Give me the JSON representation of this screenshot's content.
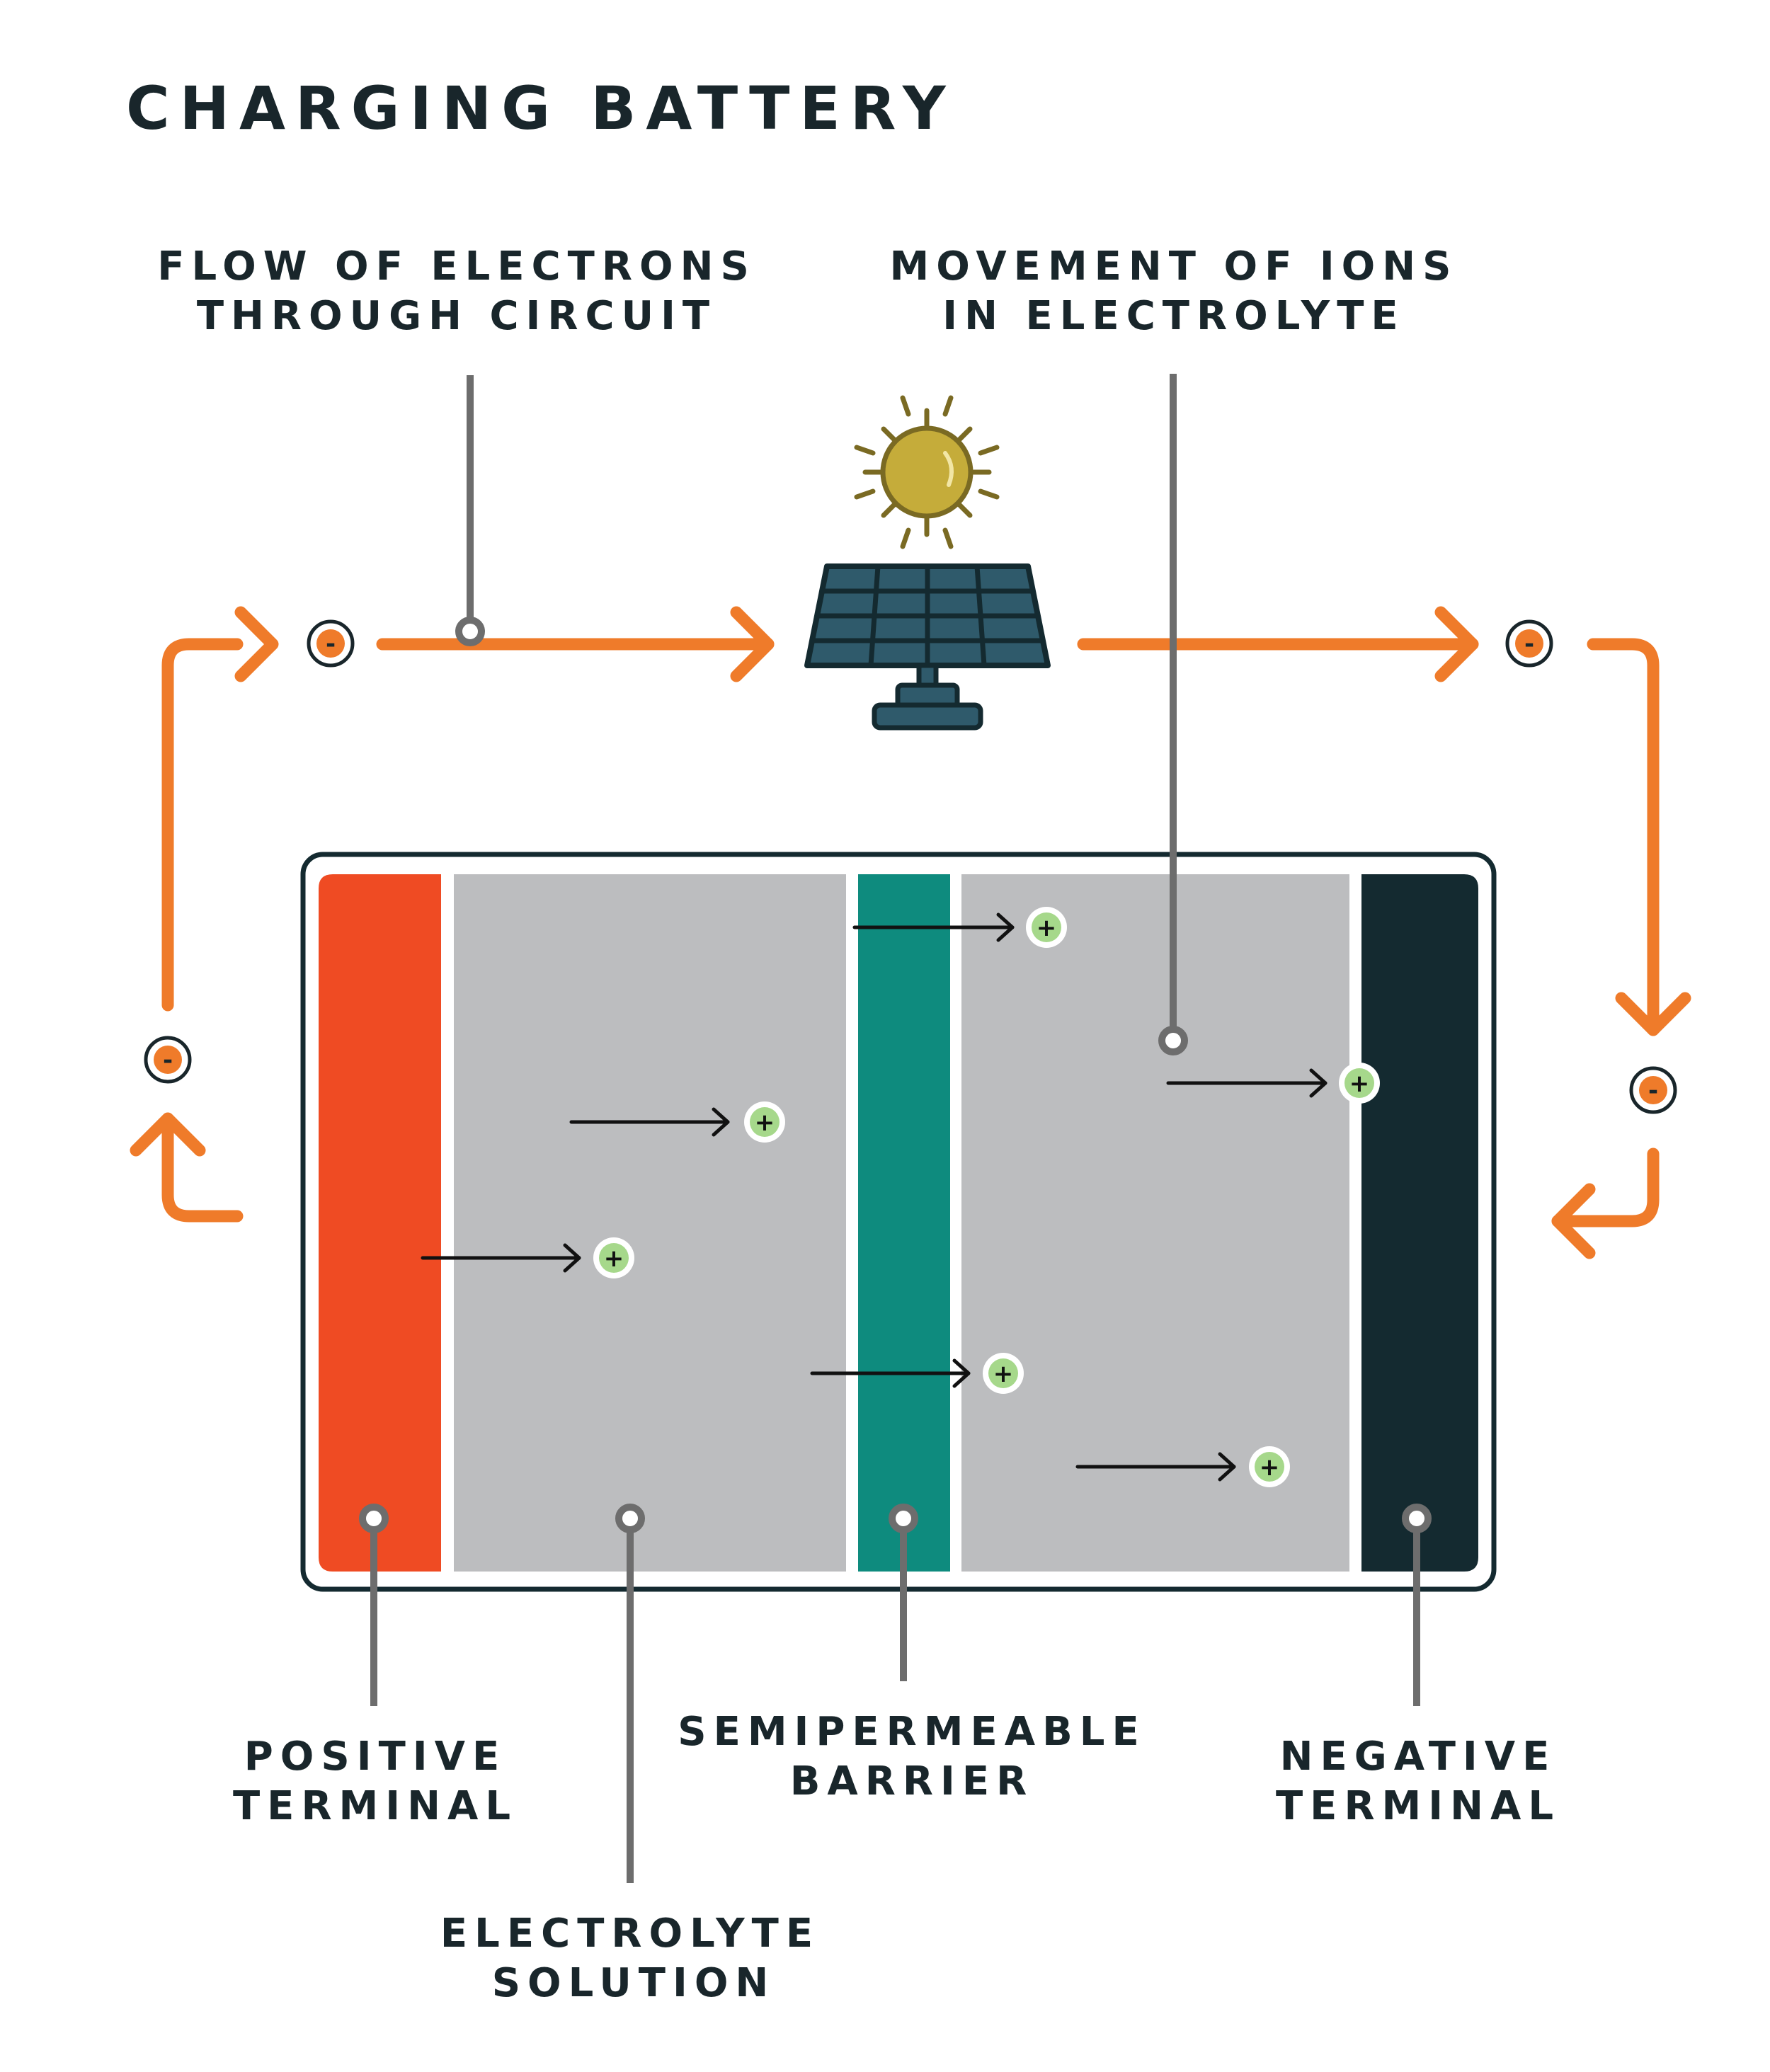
{
  "title": "CHARGING BATTERY",
  "labels": {
    "electron_flow": [
      "FLOW OF ELECTRONS",
      "THROUGH CIRCUIT"
    ],
    "ion_movement": [
      "MOVEMENT OF IONS",
      "IN ELECTROLYTE"
    ],
    "positive_terminal": [
      "POSITIVE",
      "TERMINAL"
    ],
    "electrolyte_solution": [
      "ELECTROLYTE",
      "SOLUTION"
    ],
    "semipermeable_barrier": [
      "SEMIPERMEABLE",
      "BARRIER"
    ],
    "negative_terminal": [
      "NEGATIVE",
      "TERMINAL"
    ]
  },
  "signs": {
    "electron": "-",
    "ion": "+"
  },
  "icons": {
    "sun": "sun-icon",
    "solar_panel": "solar-panel-icon"
  },
  "colors": {
    "title_text": "#19262b",
    "circuit": "#ef7b2a",
    "positive_terminal": "#ef4b23",
    "electrolyte": "#bcbdbf",
    "barrier": "#0e8b7e",
    "negative_terminal": "#142a30",
    "ion_fill": "#a6d88b",
    "leader_line": "#6d6d6d",
    "sun_fill": "#c5ac3a",
    "panel_fill": "#2f5a6b"
  }
}
